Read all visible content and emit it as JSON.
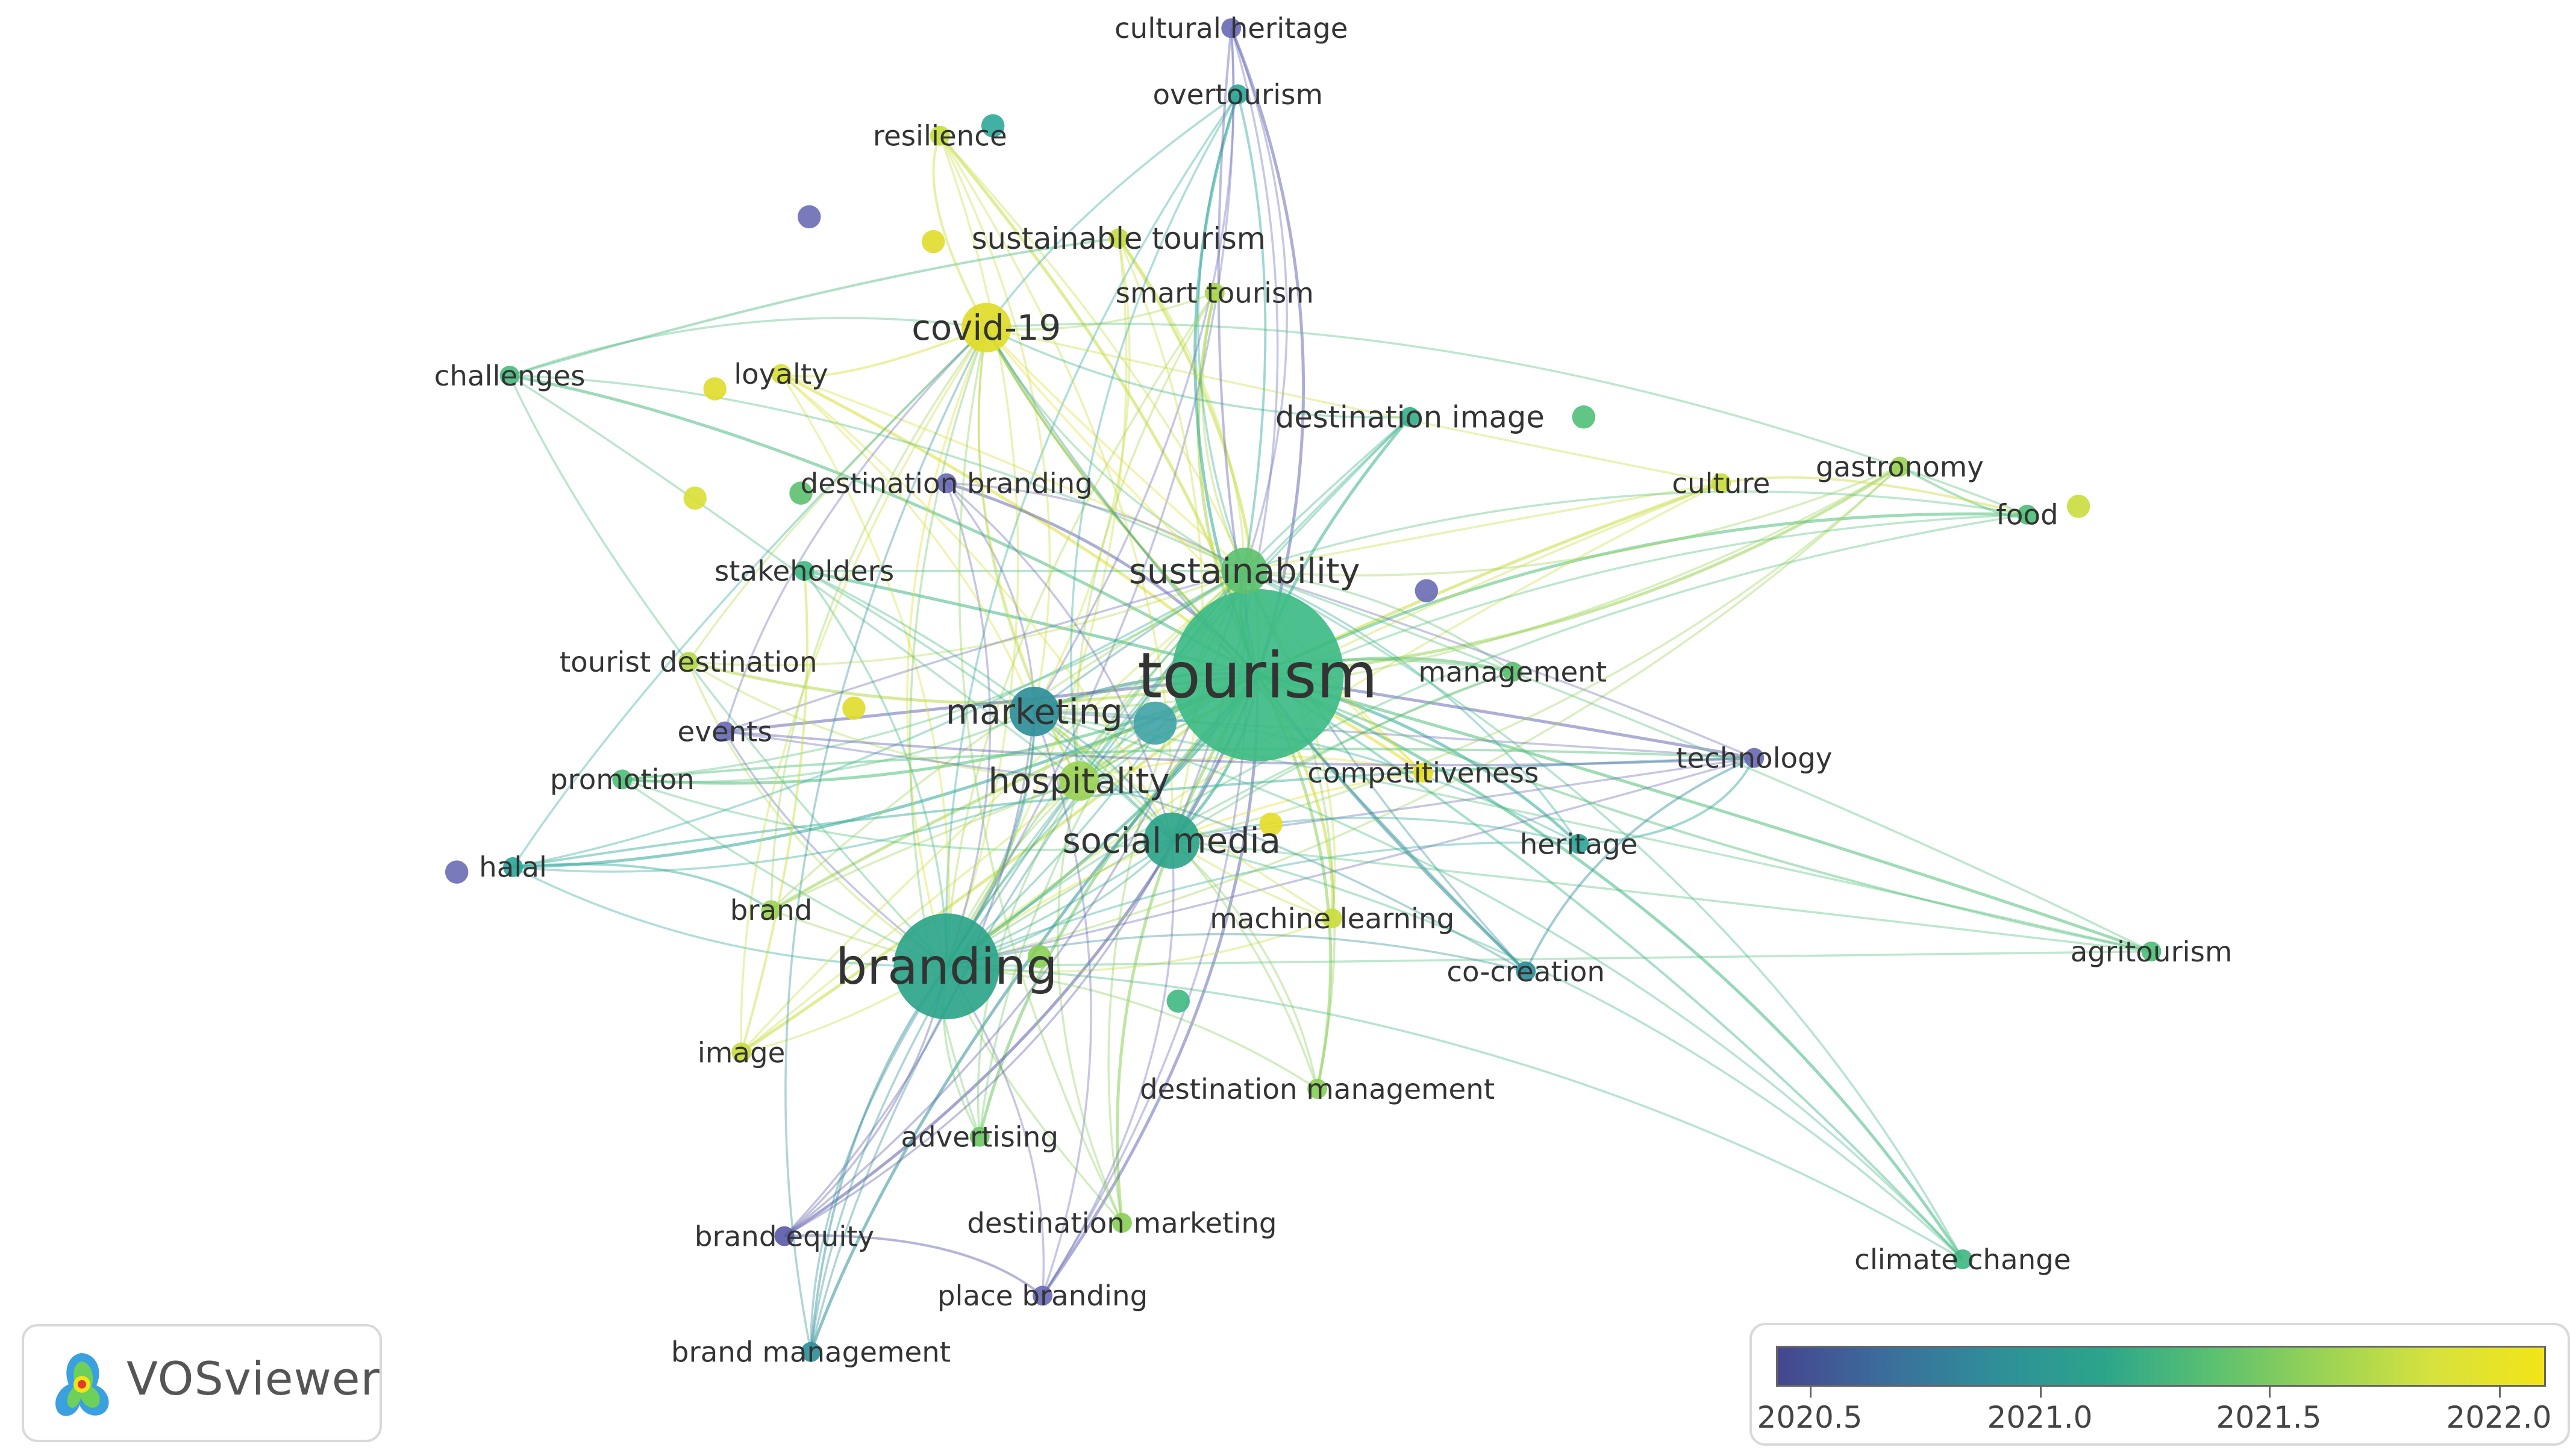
{
  "nodes": [
    {
      "id": "tourism",
      "label": "tourism",
      "weight": 22,
      "score": 2021.3,
      "color": "#3dbb84"
    },
    {
      "id": "branding",
      "label": "branding",
      "weight": 12,
      "score": 2021.0,
      "color": "#2ca58a"
    },
    {
      "id": "sustainability",
      "label": "sustainability",
      "weight": 7,
      "score": 2021.4,
      "color": "#5cc16f"
    },
    {
      "id": "marketing",
      "label": "marketing",
      "weight": 7,
      "score": 2020.9,
      "color": "#2f8f99"
    },
    {
      "id": "hospitality",
      "label": "hospitality",
      "weight": 8,
      "score": 2021.6,
      "color": "#9bd355"
    },
    {
      "id": "social_media",
      "label": "social media",
      "weight": 8,
      "score": 2020.95,
      "color": "#2ca58a"
    },
    {
      "id": "covid19",
      "label": "covid-19",
      "weight": 7,
      "score": 2022.0,
      "color": "#e0dc2a"
    },
    {
      "id": "sustainable_tourism",
      "label": "sustainable tourism",
      "weight": 4,
      "score": 2021.8,
      "color": "#c7dd3f"
    },
    {
      "id": "smart_tourism",
      "label": "smart tourism",
      "weight": 3,
      "score": 2021.6,
      "color": "#a9d64e"
    },
    {
      "id": "cultural_heritage",
      "label": "cultural heritage",
      "weight": 3,
      "score": 2020.6,
      "color": "#6a6bb5"
    },
    {
      "id": "overtourism",
      "label": "overtourism",
      "weight": 3,
      "score": 2021.0,
      "color": "#2ea89a"
    },
    {
      "id": "resilience",
      "label": "resilience",
      "weight": 3,
      "score": 2021.8,
      "color": "#c7dd3f"
    },
    {
      "id": "challenges",
      "label": "challenges",
      "weight": 3,
      "score": 2021.2,
      "color": "#4cbb7f"
    },
    {
      "id": "loyalty",
      "label": "loyalty",
      "weight": 3,
      "score": 2021.9,
      "color": "#d8df33"
    },
    {
      "id": "destination_image",
      "label": "destination image",
      "weight": 5,
      "score": 2021.1,
      "color": "#36b18a"
    },
    {
      "id": "destination_branding",
      "label": "destination branding",
      "weight": 4,
      "score": 2020.6,
      "color": "#6a6bb5"
    },
    {
      "id": "culture",
      "label": "culture",
      "weight": 3,
      "score": 2021.8,
      "color": "#c9dc3c"
    },
    {
      "id": "gastronomy",
      "label": "gastronomy",
      "weight": 3,
      "score": 2021.6,
      "color": "#9bd355"
    },
    {
      "id": "food",
      "label": "food",
      "weight": 3,
      "score": 2021.3,
      "color": "#4fbf78"
    },
    {
      "id": "stakeholders",
      "label": "stakeholders",
      "weight": 3,
      "score": 2021.2,
      "color": "#3fb882"
    },
    {
      "id": "tourist_destination",
      "label": "tourist destination",
      "weight": 3,
      "score": 2021.7,
      "color": "#b5d94a"
    },
    {
      "id": "management",
      "label": "management",
      "weight": 3,
      "score": 2021.4,
      "color": "#5cc16f"
    },
    {
      "id": "events",
      "label": "events",
      "weight": 3,
      "score": 2020.6,
      "color": "#6a6bb5"
    },
    {
      "id": "promotion",
      "label": "promotion",
      "weight": 3,
      "score": 2021.3,
      "color": "#4fbf78"
    },
    {
      "id": "competitiveness",
      "label": "competitiveness",
      "weight": 4,
      "score": 2022.0,
      "color": "#e5dd25"
    },
    {
      "id": "technology",
      "label": "technology",
      "weight": 3,
      "score": 2020.6,
      "color": "#6a6bb5"
    },
    {
      "id": "halal",
      "label": "halal",
      "weight": 3,
      "score": 2021.0,
      "color": "#2ea89a"
    },
    {
      "id": "heritage",
      "label": "heritage",
      "weight": 3,
      "score": 2021.0,
      "color": "#2ea89a"
    },
    {
      "id": "brand",
      "label": "brand",
      "weight": 3,
      "score": 2021.6,
      "color": "#9bd355"
    },
    {
      "id": "machine_learning",
      "label": "machine learning",
      "weight": 3,
      "score": 2021.8,
      "color": "#c9dc3c"
    },
    {
      "id": "co_creation",
      "label": "co-creation",
      "weight": 3,
      "score": 2020.9,
      "color": "#2f8f99"
    },
    {
      "id": "agritourism",
      "label": "agritourism",
      "weight": 3,
      "score": 2021.3,
      "color": "#4fbf78"
    },
    {
      "id": "image",
      "label": "image",
      "weight": 3,
      "score": 2021.8,
      "color": "#c9dc3c"
    },
    {
      "id": "destination_management",
      "label": "destination management",
      "weight": 3,
      "score": 2021.5,
      "color": "#8acf58"
    },
    {
      "id": "advertising",
      "label": "advertising",
      "weight": 3,
      "score": 2021.4,
      "color": "#6fc766"
    },
    {
      "id": "brand_equity",
      "label": "brand equity",
      "weight": 3,
      "score": 2020.5,
      "color": "#5b5ca8"
    },
    {
      "id": "destination_marketing",
      "label": "destination marketing",
      "weight": 3,
      "score": 2021.5,
      "color": "#8acf58"
    },
    {
      "id": "place_branding",
      "label": "place branding",
      "weight": 3,
      "score": 2020.6,
      "color": "#6a6bb5"
    },
    {
      "id": "brand_management",
      "label": "brand management",
      "weight": 3,
      "score": 2020.9,
      "color": "#2f8f99"
    },
    {
      "id": "climate_change",
      "label": "climate change",
      "weight": 3,
      "score": 2021.2,
      "color": "#3fb882"
    }
  ],
  "edges_hub": [
    "tourism",
    "branding",
    "sustainability",
    "marketing",
    "hospitality",
    "social_media",
    "covid19"
  ],
  "logo": {
    "text": "VOSviewer"
  },
  "legend": {
    "ticks": [
      "2020.5",
      "2021.0",
      "2021.5",
      "2022.0"
    ],
    "colors": {
      "low": "#46468f",
      "mid": "#2ca58a",
      "high": "#f2e418"
    }
  }
}
